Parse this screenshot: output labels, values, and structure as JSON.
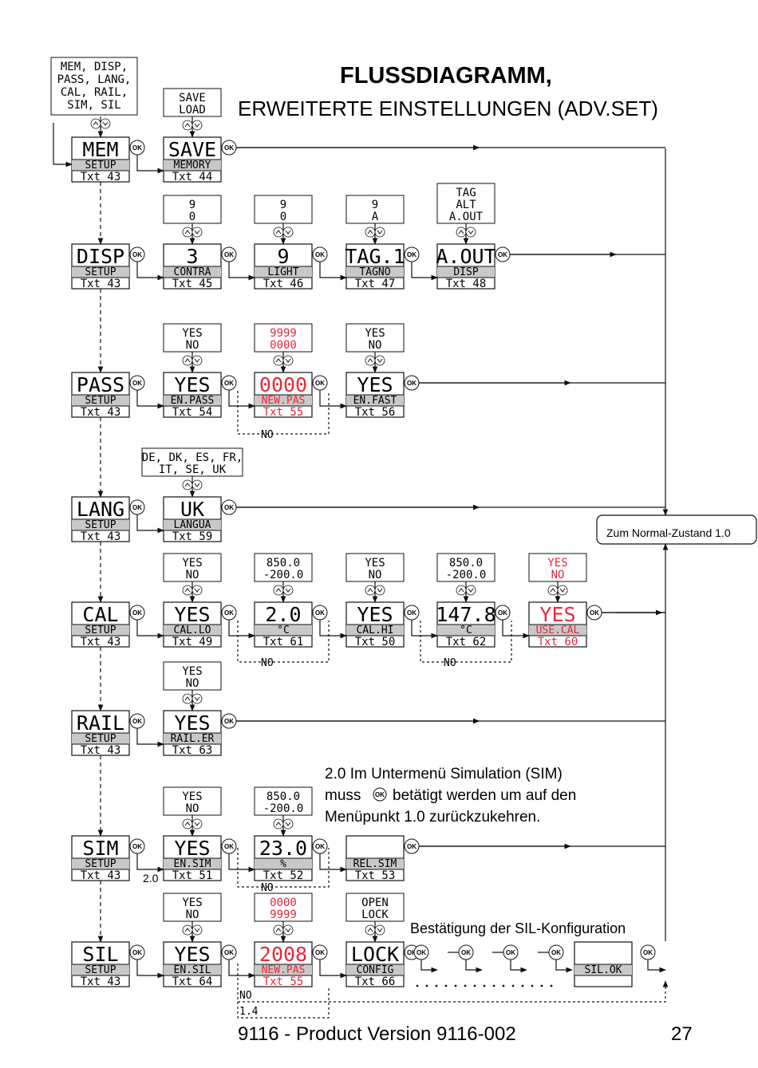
{
  "title": "FLUSSDIAGRAMM,",
  "subtitle": "ERWEITERTE EINSTELLUNGEN (ADV.SET)",
  "exit_label": "Zum Normal-Zustand 1.0",
  "top_options": [
    "MEM, DISP,",
    "PASS, LANG,",
    "CAL, RAIL,",
    "SIM, SIL"
  ],
  "ok_label": "OK",
  "no_label": "NO",
  "rows": [
    {
      "menu": {
        "main": "MEM",
        "sub": "SETUP",
        "txt": "Txt 43"
      },
      "items": [
        {
          "main": "SAVE",
          "sub": "MEMORY",
          "txt": "Txt 44",
          "opts": [
            "SAVE",
            "LOAD"
          ]
        }
      ]
    },
    {
      "menu": {
        "main": "DISP",
        "sub": "SETUP",
        "txt": "Txt 43"
      },
      "items": [
        {
          "main": "3",
          "sub": "CONTRA",
          "txt": "Txt 45",
          "opts": [
            "9",
            "0"
          ]
        },
        {
          "main": "9",
          "sub": "LIGHT",
          "txt": "Txt 46",
          "opts": [
            "9",
            "0"
          ]
        },
        {
          "main": "TAG.1",
          "sub": "TAGNO",
          "txt": "Txt 47",
          "opts": [
            "9",
            "A"
          ]
        },
        {
          "main": "A.OUT",
          "sub": "DISP",
          "txt": "Txt 48",
          "opts": [
            "TAG",
            "ALT",
            "A.OUT"
          ]
        }
      ]
    },
    {
      "menu": {
        "main": "PASS",
        "sub": "SETUP",
        "txt": "Txt 43"
      },
      "items": [
        {
          "main": "YES",
          "sub": "EN.PASS",
          "txt": "Txt 54",
          "opts": [
            "YES",
            "NO"
          ]
        },
        {
          "main": "0000",
          "sub": "NEW.PAS",
          "txt": "Txt 55",
          "opts": [
            "9999",
            "0000"
          ],
          "red": true
        },
        {
          "main": "YES",
          "sub": "EN.FAST",
          "txt": "Txt 56",
          "opts": [
            "YES",
            "NO"
          ]
        }
      ]
    },
    {
      "menu": {
        "main": "LANG",
        "sub": "SETUP",
        "txt": "Txt 43"
      },
      "items": [
        {
          "main": "UK",
          "sub": "LANGUA",
          "txt": "Txt 59",
          "opts": [
            "DE, DK, ES, FR,",
            "IT, SE, UK"
          ]
        }
      ]
    },
    {
      "menu": {
        "main": "CAL",
        "sub": "SETUP",
        "txt": "Txt 43"
      },
      "items": [
        {
          "main": "YES",
          "sub": "CAL.LO",
          "txt": "Txt 49",
          "opts": [
            "YES",
            "NO"
          ]
        },
        {
          "main": "2.0",
          "sub": "°C",
          "txt": "Txt 61",
          "opts": [
            "850.0",
            "-200.0"
          ]
        },
        {
          "main": "YES",
          "sub": "CAL.HI",
          "txt": "Txt 50",
          "opts": [
            "YES",
            "NO"
          ]
        },
        {
          "main": "147.8",
          "sub": "°C",
          "txt": "Txt 62",
          "opts": [
            "850.0",
            "-200.0"
          ]
        },
        {
          "main": "YES",
          "sub": "USE.CAL",
          "txt": "Txt 60",
          "opts": [
            "YES",
            "NO"
          ],
          "red": true
        }
      ]
    },
    {
      "menu": {
        "main": "RAIL",
        "sub": "SETUP",
        "txt": "Txt 43"
      },
      "items": [
        {
          "main": "YES",
          "sub": "RAIL.ER",
          "txt": "Txt 63",
          "opts": [
            "YES",
            "NO"
          ]
        }
      ]
    },
    {
      "menu": {
        "main": "SIM",
        "sub": "SETUP",
        "txt": "Txt 43"
      },
      "items": [
        {
          "main": "YES",
          "sub": "EN.SIM",
          "txt": "Txt 51",
          "opts": [
            "YES",
            "NO"
          ]
        },
        {
          "main": "23.0",
          "sub": "%",
          "txt": "Txt 52",
          "opts": [
            "850.0",
            "-200.0"
          ]
        },
        {
          "main": "",
          "sub": "REL.SIM",
          "txt": "Txt 53"
        }
      ]
    },
    {
      "menu": {
        "main": "SIL",
        "sub": "SETUP",
        "txt": "Txt 43"
      },
      "items": [
        {
          "main": "YES",
          "sub": "EN.SIL",
          "txt": "Txt 64",
          "opts": [
            "YES",
            "NO"
          ]
        },
        {
          "main": "2008",
          "sub": "NEW.PAS",
          "txt": "Txt 55",
          "opts": [
            "0000",
            "9999"
          ],
          "red": true
        },
        {
          "main": "LOCK",
          "sub": "CONFIG",
          "txt": "Txt 66",
          "opts": [
            "OPEN",
            "LOCK"
          ]
        }
      ]
    }
  ],
  "sim_marker": "2.0",
  "sim_note": [
    "2.0 Im Untermenü Simulation (SIM)",
    "muss",
    "betätigt werden um auf den",
    "Menüpunkt 1.0 zurückzukehren."
  ],
  "sil_note": "Bestätigung der SIL-Konfiguration",
  "sil_ok": {
    "main": "",
    "sub": "SIL.OK"
  },
  "sil_no_label": [
    "NO",
    "1.4"
  ],
  "footer": {
    "product": "9116 - Product Version 9116-002",
    "page": "27"
  }
}
